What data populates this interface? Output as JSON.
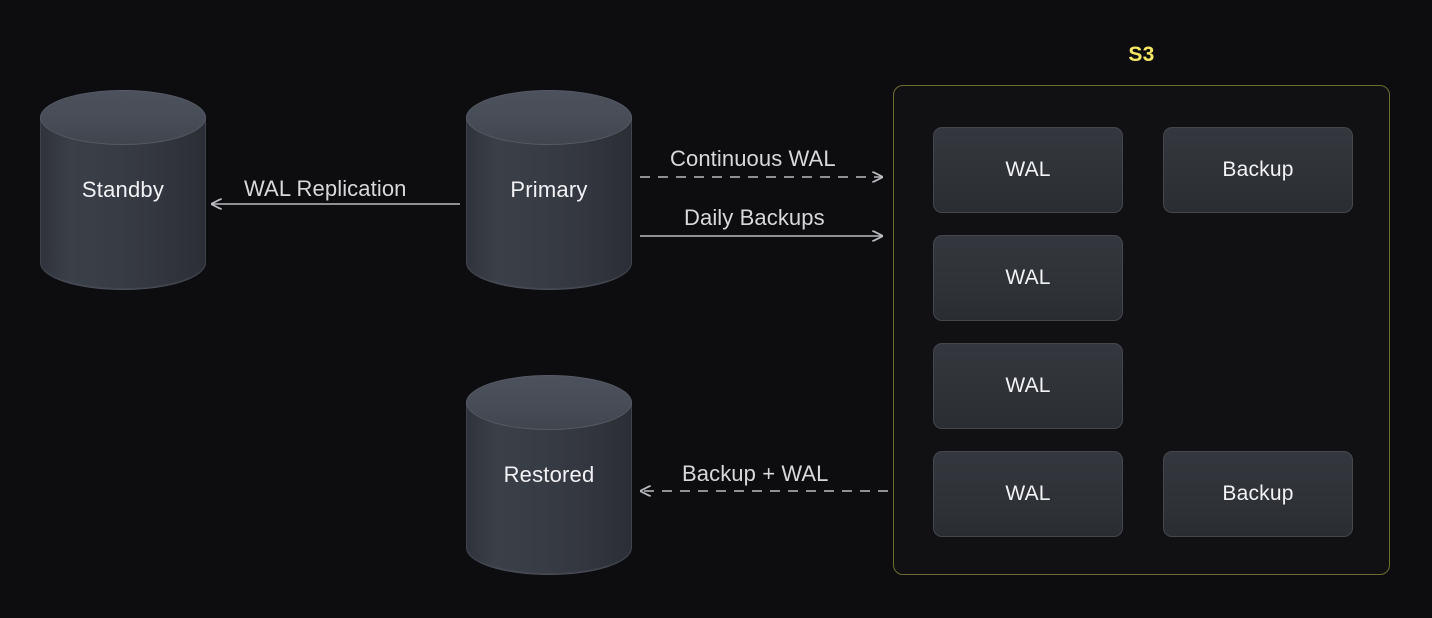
{
  "diagram": {
    "background_color": "#0d0d0f",
    "nodes": [
      {
        "id": "standby",
        "label": "Standby",
        "type": "database-cylinder"
      },
      {
        "id": "primary",
        "label": "Primary",
        "type": "database-cylinder"
      },
      {
        "id": "restored",
        "label": "Restored",
        "type": "database-cylinder"
      }
    ],
    "group": {
      "id": "s3",
      "title": "S3",
      "title_color": "#f5e663",
      "border_color": "#6d6d33",
      "items": [
        {
          "label": "WAL",
          "column": "left",
          "row": 1
        },
        {
          "label": "Backup",
          "column": "right",
          "row": 1
        },
        {
          "label": "WAL",
          "column": "left",
          "row": 2
        },
        {
          "label": "WAL",
          "column": "left",
          "row": 3
        },
        {
          "label": "WAL",
          "column": "left",
          "row": 4
        },
        {
          "label": "Backup",
          "column": "right",
          "row": 4
        }
      ]
    },
    "edges": [
      {
        "id": "wal-replication",
        "label": "WAL Replication",
        "from": "primary",
        "to": "standby",
        "style": "solid",
        "direction": "left",
        "color": "#b9bbc0"
      },
      {
        "id": "continuous-wal",
        "label": "Continuous WAL",
        "from": "primary",
        "to": "s3",
        "style": "dashed",
        "direction": "right",
        "color": "#b9bbc0"
      },
      {
        "id": "daily-backups",
        "label": "Daily Backups",
        "from": "primary",
        "to": "s3",
        "style": "solid",
        "direction": "right",
        "color": "#b9bbc0"
      },
      {
        "id": "backup-plus-wal",
        "label": "Backup + WAL",
        "from": "s3",
        "to": "restored",
        "style": "dashed",
        "direction": "left",
        "color": "#b9bbc0"
      }
    ]
  }
}
